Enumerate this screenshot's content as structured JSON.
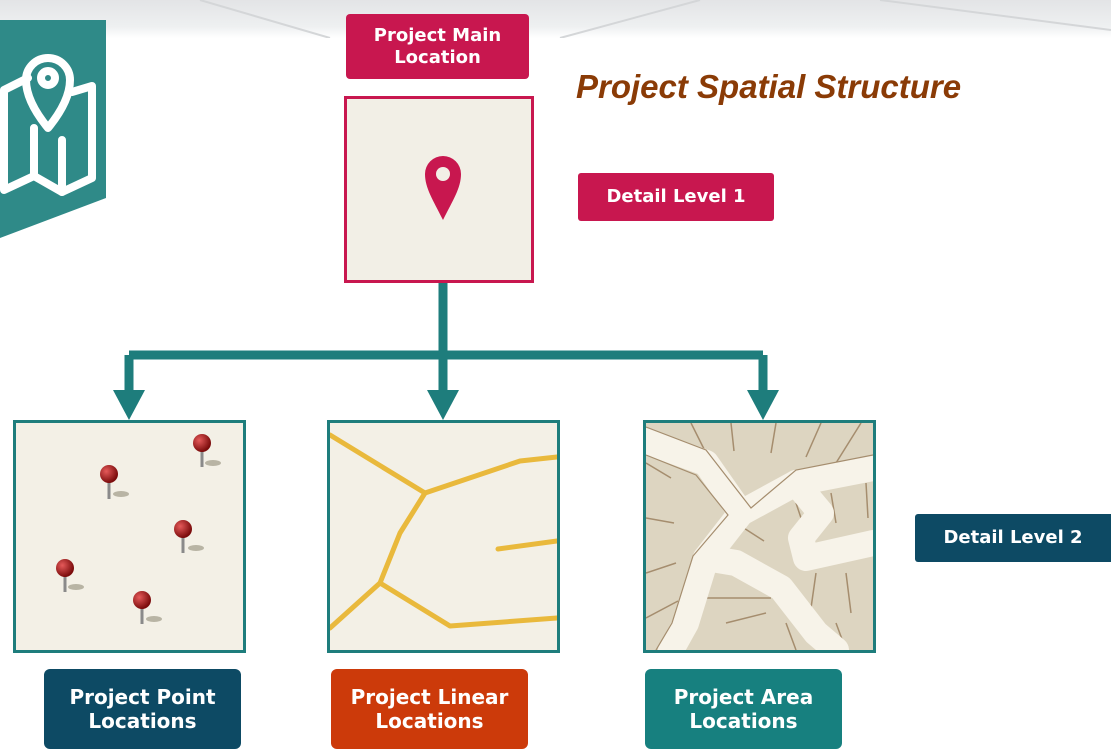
{
  "title": "Project Spatial Structure",
  "main_location_label": "Project Main Location",
  "detail_level_1": "Detail Level 1",
  "detail_level_2": "Detail Level 2",
  "children": [
    {
      "label": "Project Point Locations",
      "color": "#0d4a64"
    },
    {
      "label": "Project Linear Locations",
      "color": "#cc3a0a"
    },
    {
      "label": "Project Area Locations",
      "color": "#17807f"
    }
  ],
  "colors": {
    "accent_main": "#c8174f",
    "connector": "#1e7d7c",
    "title": "#8a3b06",
    "tile_bg": "#f3f0e6"
  }
}
